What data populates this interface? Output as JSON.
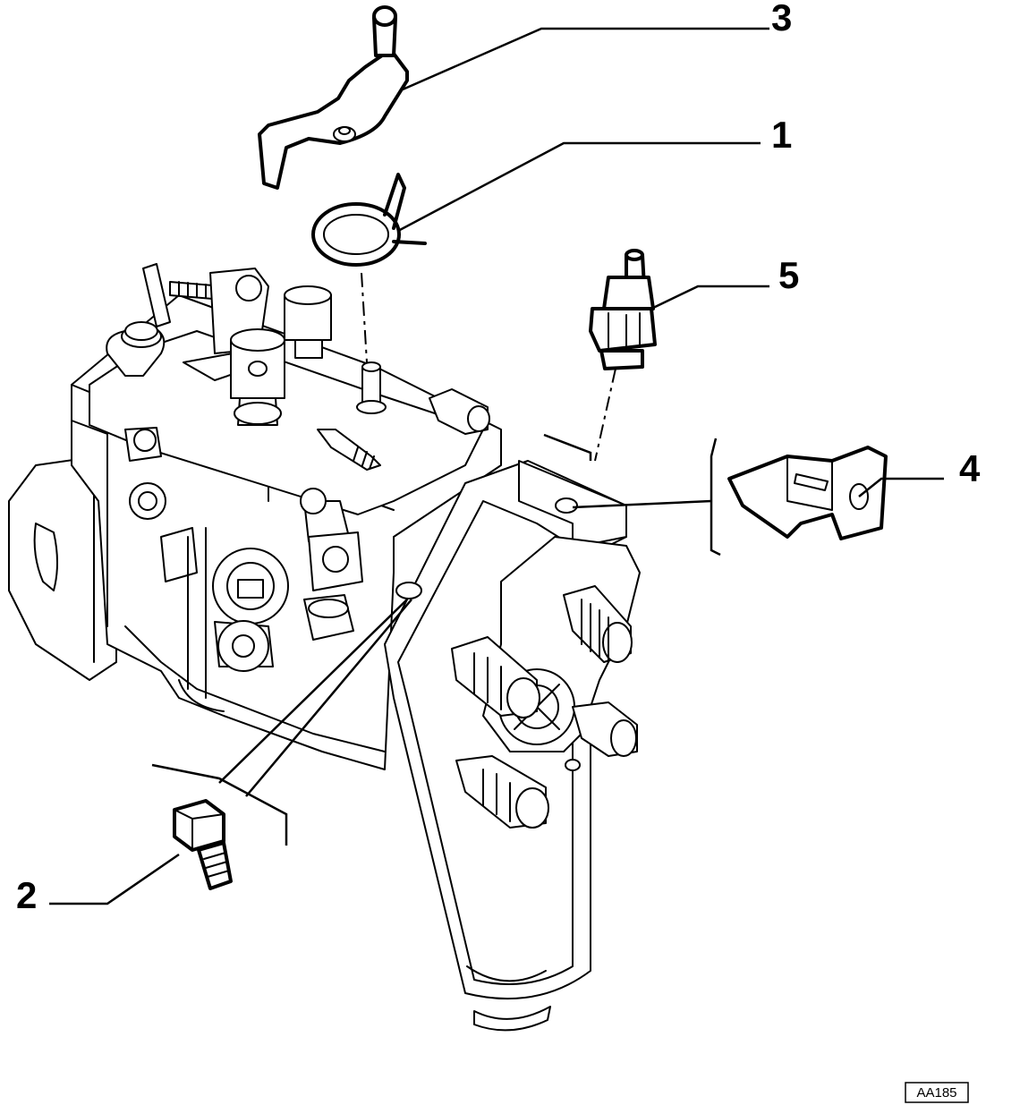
{
  "diagram": {
    "callouts": [
      {
        "id": "1",
        "label": "1"
      },
      {
        "id": "2",
        "label": "2"
      },
      {
        "id": "3",
        "label": "3"
      },
      {
        "id": "4",
        "label": "4"
      },
      {
        "id": "5",
        "label": "5"
      }
    ],
    "reference_code": "AA185",
    "colors": {
      "line": "#000000",
      "background": "#ffffff"
    }
  }
}
